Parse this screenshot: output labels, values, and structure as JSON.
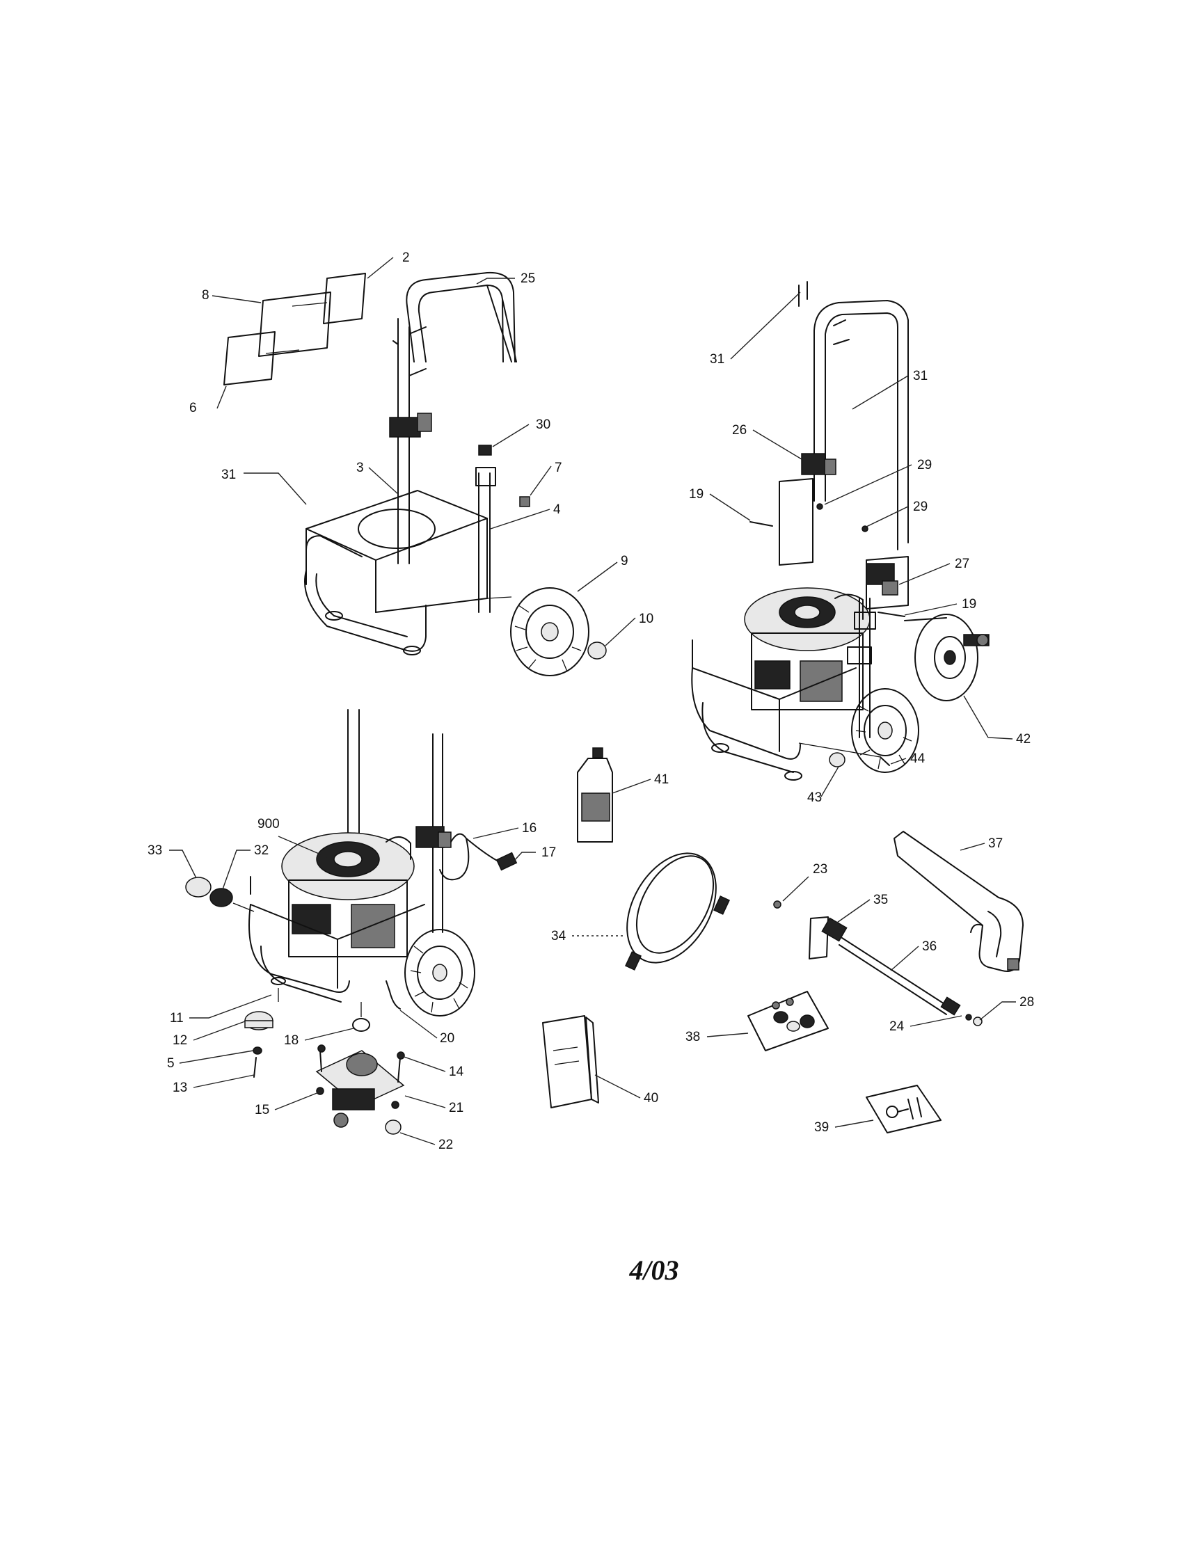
{
  "diagram": {
    "date_code": "4/03",
    "callouts": [
      {
        "id": "c2",
        "label": "2"
      },
      {
        "id": "c8",
        "label": "8"
      },
      {
        "id": "c6",
        "label": "6"
      },
      {
        "id": "c25",
        "label": "25"
      },
      {
        "id": "c30",
        "label": "30"
      },
      {
        "id": "c31a",
        "label": "31"
      },
      {
        "id": "c3",
        "label": "3"
      },
      {
        "id": "c7",
        "label": "7"
      },
      {
        "id": "c4",
        "label": "4"
      },
      {
        "id": "c9",
        "label": "9"
      },
      {
        "id": "c10",
        "label": "10"
      },
      {
        "id": "c31b",
        "label": "31"
      },
      {
        "id": "c31c",
        "label": "31"
      },
      {
        "id": "c26",
        "label": "26"
      },
      {
        "id": "c29a",
        "label": "29"
      },
      {
        "id": "c19a",
        "label": "19"
      },
      {
        "id": "c29b",
        "label": "29"
      },
      {
        "id": "c27",
        "label": "27"
      },
      {
        "id": "c19b",
        "label": "19"
      },
      {
        "id": "c42",
        "label": "42"
      },
      {
        "id": "c44",
        "label": "44"
      },
      {
        "id": "c43",
        "label": "43"
      },
      {
        "id": "c41",
        "label": "41"
      },
      {
        "id": "c900",
        "label": "900"
      },
      {
        "id": "c33",
        "label": "33"
      },
      {
        "id": "c32",
        "label": "32"
      },
      {
        "id": "c16",
        "label": "16"
      },
      {
        "id": "c17",
        "label": "17"
      },
      {
        "id": "c11",
        "label": "11"
      },
      {
        "id": "c12",
        "label": "12"
      },
      {
        "id": "c5",
        "label": "5"
      },
      {
        "id": "c13",
        "label": "13"
      },
      {
        "id": "c18",
        "label": "18"
      },
      {
        "id": "c20",
        "label": "20"
      },
      {
        "id": "c14",
        "label": "14"
      },
      {
        "id": "c21",
        "label": "21"
      },
      {
        "id": "c15",
        "label": "15"
      },
      {
        "id": "c22",
        "label": "22"
      },
      {
        "id": "c34",
        "label": "34"
      },
      {
        "id": "c23",
        "label": "23"
      },
      {
        "id": "c35",
        "label": "35"
      },
      {
        "id": "c36",
        "label": "36"
      },
      {
        "id": "c37",
        "label": "37"
      },
      {
        "id": "c38",
        "label": "38"
      },
      {
        "id": "c24",
        "label": "24"
      },
      {
        "id": "c28",
        "label": "28"
      },
      {
        "id": "c40",
        "label": "40"
      },
      {
        "id": "c39",
        "label": "39"
      }
    ]
  }
}
